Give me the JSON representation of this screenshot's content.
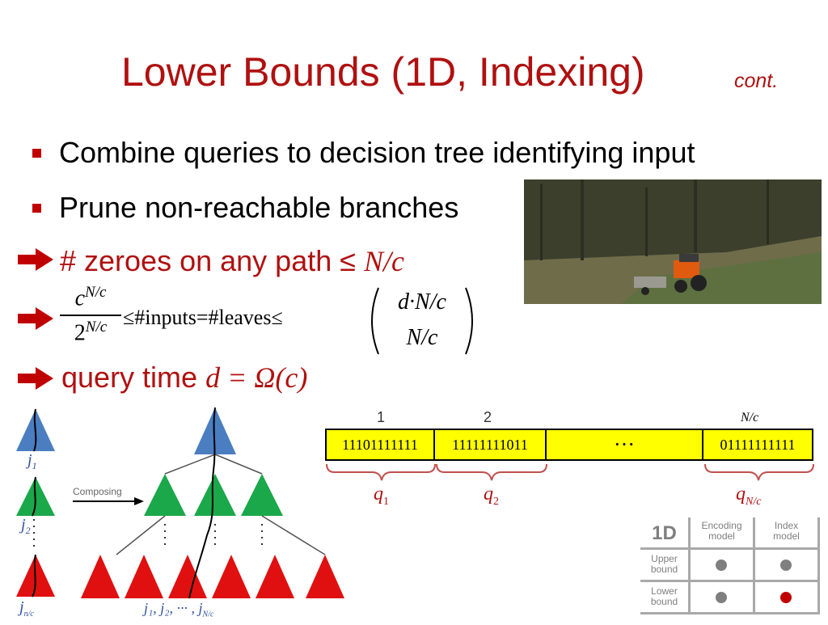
{
  "slide": {
    "title": "Lower Bounds (1D, Indexing)",
    "title_suffix": "cont.",
    "bullets": [
      "Combine queries to decision tree identifying input",
      "Prune non-reachable branches"
    ],
    "implications": {
      "zeroes_text": "# zeroes on any path ≤",
      "zeroes_math": "N/c",
      "query_text": "query time",
      "query_math": "d = Ω(c)"
    },
    "formula": {
      "numerator": "c",
      "numerator_exp": "N/c",
      "denominator": "2",
      "denominator_exp": "N/c",
      "middle": "≤#inputs=#leaves≤",
      "binom_top": "d·N/c",
      "binom_bottom": "N/c"
    }
  },
  "tree_figure": {
    "composing_label": "Composing",
    "left_labels": [
      "j",
      "j"
    ],
    "left_label_subs": [
      "1",
      "2"
    ],
    "bottom_label_base": "j",
    "bottom_label_sub_top": "n",
    "bottom_label_sub_bottom": "c",
    "leaf_label": "j₁, j₂, ··· , j",
    "leaf_label_sub_top": "N",
    "leaf_label_sub_bottom": "c",
    "colors": {
      "blue": "#4a7ec0",
      "green": "#1aa84a",
      "red": "#e01010"
    }
  },
  "bitstring_figure": {
    "labels": [
      "1",
      "2",
      "N/c"
    ],
    "blocks": [
      "11101111111",
      "11111111011",
      "···",
      "01111111111"
    ],
    "query_bases": [
      "q",
      "q",
      "q"
    ],
    "query_subs": [
      "1",
      "2",
      "N/c"
    ],
    "block_color": "#ffff00"
  },
  "results_table": {
    "corner": "1D",
    "col_headers": [
      "Encoding\nmodel",
      "Index\nmodel"
    ],
    "row_headers": [
      "Upper\nbound",
      "Lower\nbound"
    ],
    "dot_colors": [
      [
        "#7f7f7f",
        "#7f7f7f"
      ],
      [
        "#7f7f7f",
        "#c00000"
      ]
    ]
  }
}
